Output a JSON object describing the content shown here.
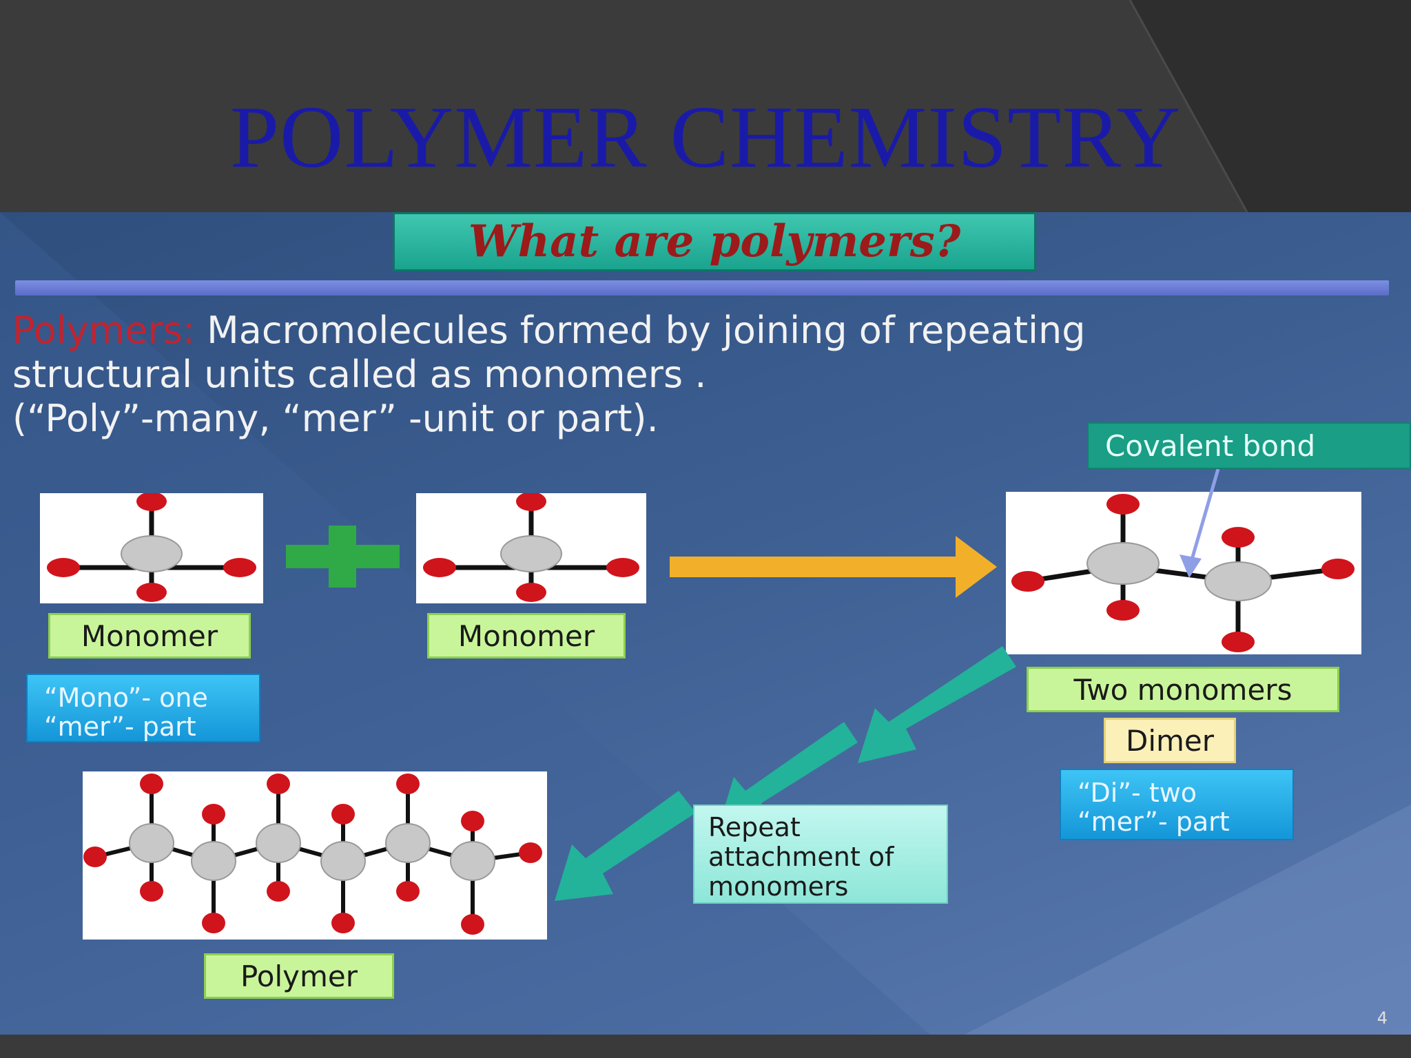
{
  "slide_title": "POLYMER CHEMISTRY",
  "banner": "What are polymers?",
  "definition": {
    "term": "Polymers:",
    "line1": "Macromolecules formed by joining of repeating",
    "line2": "structural units called as monomers .",
    "line3": "(“Poly”-many, “mer” -unit or part)."
  },
  "labels": {
    "covalent_bond": "Covalent bond",
    "monomer_1": "Monomer",
    "monomer_2": "Monomer",
    "mono_line1": "“Mono”- one",
    "mono_line2": "“mer”- part",
    "two_monomers": "Two monomers",
    "dimer": "Dimer",
    "di_line1": "“Di”- two",
    "di_line2": "“mer”- part",
    "repeat_line1": "Repeat",
    "repeat_line2": "attachment of",
    "repeat_line3": "monomers",
    "polymer": "Polymer"
  },
  "page_number": "4",
  "colors": {
    "title": "#1a1aa8",
    "atom_red": "#d0141c",
    "atom_grey": "#c8c8c8",
    "plus_green": "#2faa46",
    "arrow_yellow": "#f2b02a",
    "arrow_teal": "#22b39a"
  }
}
